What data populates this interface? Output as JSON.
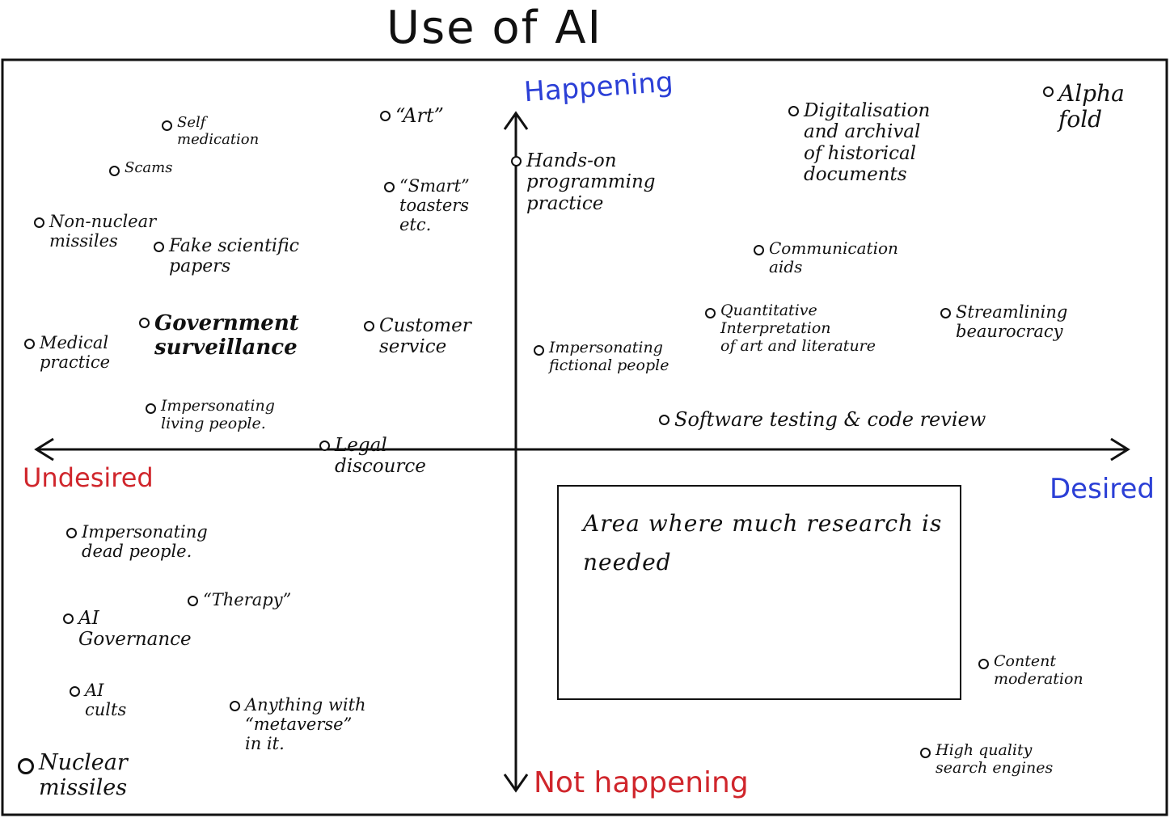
{
  "title": "Use of AI",
  "axes": {
    "top": "Happening",
    "bottom": "Not happening",
    "left": "Undesired",
    "right": "Desired"
  },
  "colors": {
    "happening": "#2b3fd6",
    "desired": "#2b3fd6",
    "undesired": "#d0262c",
    "not_happening": "#d0262c",
    "ink": "#111111"
  },
  "research_box_text": "Area where much research is needed",
  "items": {
    "self_medication": "Self\nmedication",
    "scams": "Scams",
    "non_nuclear_missiles": "Non-nuclear\nmissiles",
    "fake_scientific_papers": "Fake scientific\npapers",
    "art": "“Art”",
    "smart_toasters": "“Smart”\ntoasters\netc.",
    "hands_on_programming": "Hands-on\nprogramming\npractice",
    "digitalisation": "Digitalisation\nand archival\nof historical\ndocuments",
    "alpha_fold": "Alpha\nfold",
    "communication_aids": "Communication\naids",
    "medical_practice": "Medical\npractice",
    "government_surveillance": "Government\nsurveillance",
    "customer_service": "Customer\nservice",
    "quantitative_interpretation": "Quantitative\nInterpretation\nof art and literature",
    "streamlining_bureaucracy": "Streamlining\nbeaurocracy",
    "impersonating_fictional": "Impersonating\nfictional people",
    "impersonating_living": "Impersonating\nliving people.",
    "legal_discourse": "Legal\ndiscource",
    "software_testing": "Software testing & code review",
    "impersonating_dead": "Impersonating\ndead people.",
    "therapy": "“Therapy”",
    "ai_governance": "AI\nGovernance",
    "ai_cults": "AI\ncults",
    "metaverse": "Anything with\n“metaverse”\nin it.",
    "nuclear_missiles": "Nuclear\nmissiles",
    "content_moderation": "Content\nmoderation",
    "high_quality_search": "High quality\nsearch engines"
  }
}
